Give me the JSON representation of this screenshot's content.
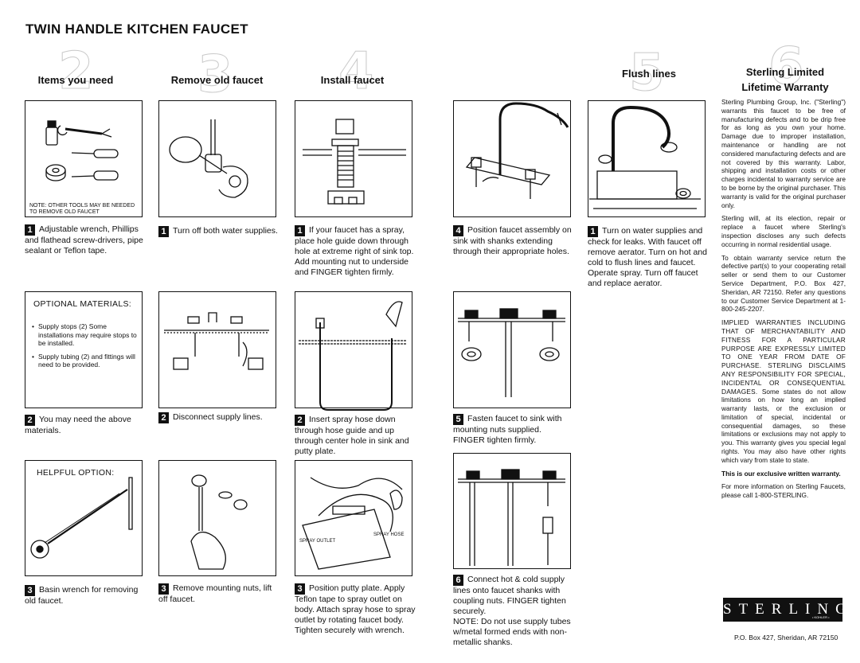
{
  "title": "TWIN HANDLE KITCHEN FAUCET",
  "sections": [
    {
      "number": "2",
      "heading": "Items you need"
    },
    {
      "number": "3",
      "heading": "Remove old faucet"
    },
    {
      "number": "4",
      "heading": "Install faucet"
    },
    {
      "number": "5",
      "heading": "Flush lines"
    },
    {
      "number": "6",
      "heading": "Sterling Limited Lifetime Warranty"
    }
  ],
  "items": {
    "note": "NOTE: OTHER TOOLS MAY BE NEEDED TO REMOVE OLD FAUCET",
    "step1": "Adjustable wrench, Phillips and flathead screw-drivers, pipe sealant or Teflon tape.",
    "optional_title": "OPTIONAL MATERIALS:",
    "optional_items": [
      "Supply stops (2) Some installations may require stops to be installed.",
      "Supply tubing (2) and fittings will need to be provided."
    ],
    "step2": "You may need the above materials.",
    "helpful_title": "HELPFUL OPTION:",
    "step3": "Basin wrench for removing old faucet."
  },
  "remove": {
    "step1": "Turn off both water supplies.",
    "step2": "Disconnect supply lines.",
    "step3": "Remove mounting nuts, lift off faucet."
  },
  "install": {
    "step1": "If your faucet has a spray, place hole guide down through hole at extreme right of sink top. Add mounting nut to underside and FINGER tighten firmly.",
    "step2": "Insert spray hose down through hose guide and up through center hole in sink and putty plate.",
    "step3": "Position putty plate. Apply Teflon tape to spray outlet on body. Attach spray hose to spray outlet by rotating faucet body. Tighten securely with wrench.",
    "spray_outlet_label": "SPRAY OUTLET",
    "spray_hose_label": "SPRAY HOSE",
    "step4": "Position faucet assembly on sink with shanks extending through their appropriate holes.",
    "step5": "Fasten faucet to sink with mounting nuts supplied. FINGER tighten firmly.",
    "step6": "Connect hot & cold supply lines onto faucet shanks with coupling nuts. FINGER tighten securely.\nNOTE: Do not use supply tubes w/metal formed ends with non-metallic shanks."
  },
  "flush": {
    "step1": "Turn on water supplies and check for leaks. With faucet off remove aerator. Turn on hot and cold to flush lines and faucet. Operate spray. Turn off faucet and replace aerator."
  },
  "warranty": {
    "p1": "Sterling Plumbing Group, Inc. (\"Sterling\") warrants this faucet to be free of manufacturing defects and to be drip free for as long as you own your home. Damage due to improper installation, maintenance or handling are not considered manufacturing defects and are not covered by this warranty. Labor, shipping and installation costs or other charges incidental to warranty service are to be borne by the original purchaser. This warranty is valid for the original purchaser only.",
    "p2": "Sterling will, at its election, repair or replace a faucet where Sterling's inspection discloses any such defects occurring in normal residential usage.",
    "p3": "To obtain warranty service return the defective part(s) to your cooperating retail seller or send them to our Customer Service Department, P.O. Box 427, Sheridan, AR 72150. Refer any questions to our Customer Service Department at 1-800-245-2207.",
    "p4_caps": "IMPLIED WARRANTIES INCLUDING THAT OF MERCHANTABILITY AND FITNESS FOR A PARTICULAR PURPOSE ARE EXPRESSLY LIMITED TO ONE YEAR FROM DATE OF PURCHASE. STERLING DISCLAIMS ANY RESPONSIBILITY FOR SPECIAL, INCIDENTAL OR CONSEQUENTIAL DAMAGES.",
    "p4_rest": "Some states do not allow limitations on how long an implied warranty lasts, or the exclusion or limitation of special, incidental or consequential damages, so these limitations or exclusions may not apply to you. This warranty gives you special legal rights. You may also have other rights which vary from state to state.",
    "p5": "This is our exclusive written warranty.",
    "p6": "For more information on Sterling Faucets, please call 1-800-STERLING."
  },
  "logo": "STERLING",
  "logo_sub": "• KOHLER •",
  "address": "P.O. Box 427, Sheridan, AR 72150"
}
